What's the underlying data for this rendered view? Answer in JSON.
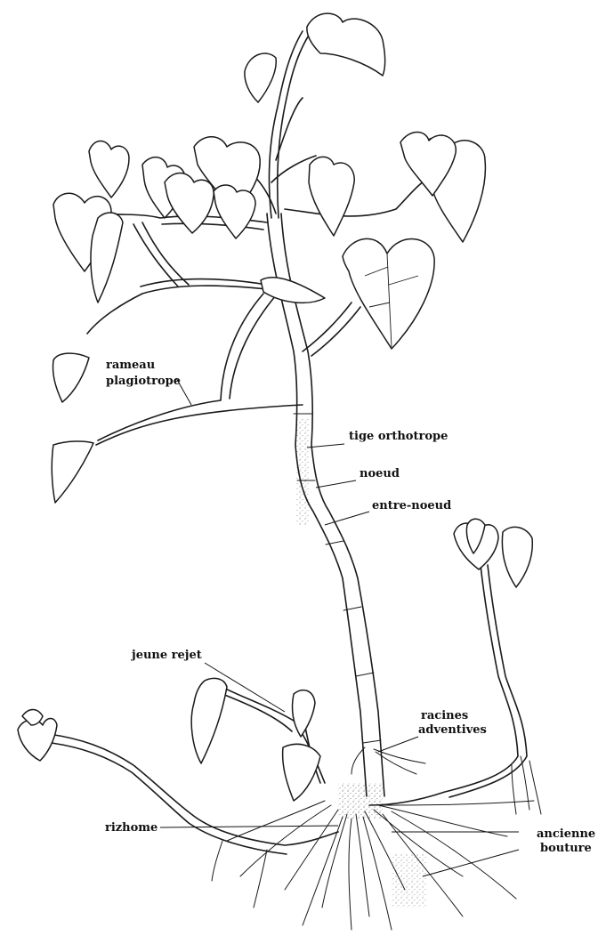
{
  "labels": {
    "rameau_plagiotrope_line1": "rameau",
    "rameau_plagiotrope_line2": "plagiotrope",
    "tige_orthotrope": "tige orthotrope",
    "noeud": "noeud",
    "entre_noeud": "entre-noeud",
    "jeune_rejet": "jeune rejet",
    "racines_adventives_line1": "racines",
    "racines_adventives_line2": "adventives",
    "rizhome": "rizhome",
    "ancienne_bouture_line1": "ancienne",
    "ancienne_bouture_line2": "bouture"
  }
}
